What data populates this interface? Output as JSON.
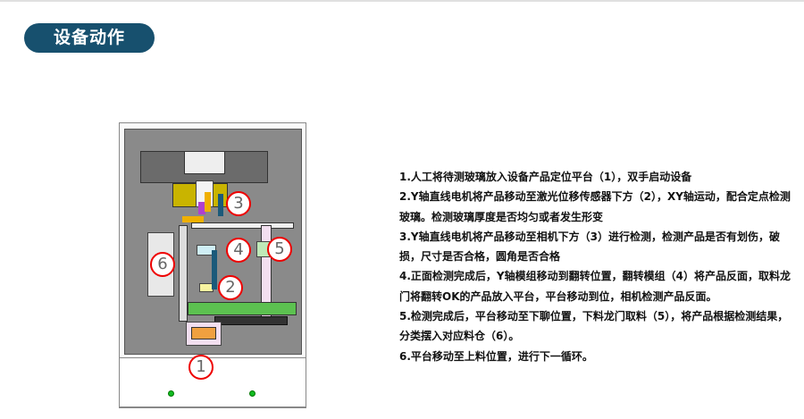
{
  "header": {
    "title": "设备动作"
  },
  "diagram": {
    "markers": [
      "1",
      "2",
      "3",
      "4",
      "5",
      "6"
    ]
  },
  "steps": [
    "1.人工将待测玻璃放入设备产品定位平台（1），双手启动设备",
    "2.Y轴直线电机将产品移动至激光位移传感器下方（2），XY轴运动，配合定点检测玻璃。检测玻璃厚度是否均匀或者发生形变",
    "3.Y轴直线电机将产品移动至相机下方（3）进行检测，检测产品是否有划伤，破损，尺寸是否合格，圆角是否合格",
    "4.正面检测完成后，Y轴模组移动到翻转位置，翻转模组（4）将产品反面，取料龙门将翻转OK的产品放入平台，平台移动到位，相机检测产品反面。",
    "5.检测完成后，平台移动至下聊位置，下料龙门取料（5），将产品根据检测结果，分类摆入对应料仓（6）。",
    "6.平台移动至上料位置，进行下一循环。"
  ],
  "colors": {
    "accent": "#17506e",
    "marker": "#e00000"
  }
}
